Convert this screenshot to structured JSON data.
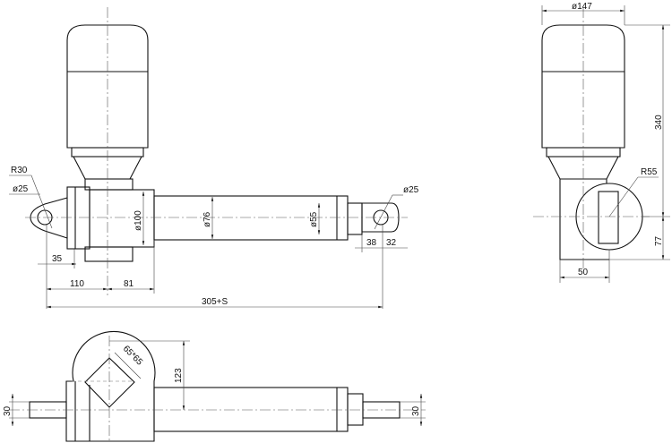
{
  "front_view": {
    "r_eye": "R30",
    "d_pin_left": "ø25",
    "d_pin_right": "ø25",
    "d_housing": "ø100",
    "d_tube": "ø76",
    "d_rod": "ø55",
    "len_eye": "35",
    "len_110": "110",
    "len_81": "81",
    "len_total": "305+S",
    "len_38": "38",
    "len_32": "32"
  },
  "side_view": {
    "d_motor": "ø147",
    "height_340": "340",
    "r_housing": "R55",
    "height_77": "77",
    "width_50": "50"
  },
  "top_view": {
    "square": "65*65",
    "offset_123": "123",
    "pin_left": "30",
    "pin_right": "30"
  }
}
